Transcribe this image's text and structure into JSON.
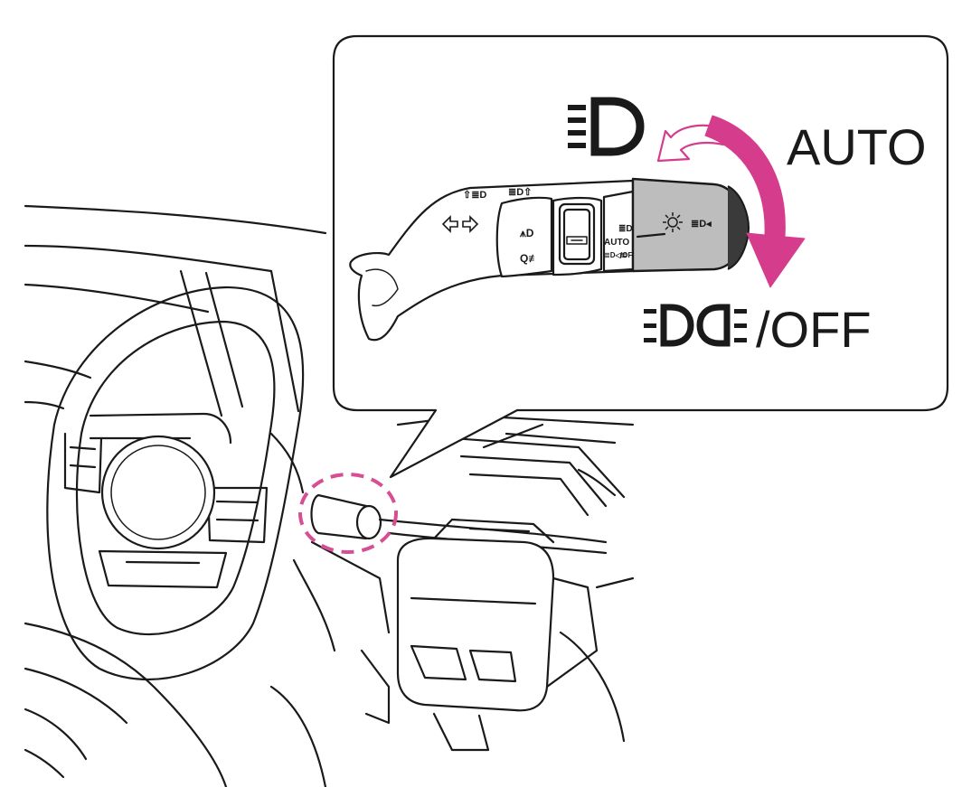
{
  "callout": {
    "label_auto": "AUTO",
    "label_off": "/OFF"
  },
  "stalk_markings": {
    "auto": "AUTO",
    "off": "/OFF"
  },
  "icons": {
    "headlamp": "headlamp-low-beam-icon",
    "parking": "parking-position-lamp-icon",
    "sun": "auto-light-sensor-icon",
    "fog": "fog-lamp-icon",
    "arrows": "turn-signal-arrows-icon"
  },
  "colors": {
    "accent": "#d63c8c",
    "dash_highlight": "#d64e93",
    "knob_fill": "#bdbdbd"
  }
}
